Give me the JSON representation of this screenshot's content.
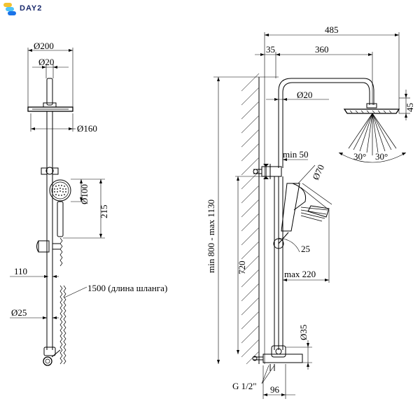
{
  "brand": {
    "name": "DAY2",
    "colors": {
      "mark_top": "#f2c230",
      "mark_mid": "#4fc3f7",
      "mark_low": "#1a73e8",
      "text": "#1a2a6c"
    }
  },
  "front_view": {
    "dims": {
      "head_dia": "Ø200",
      "arm_dia": "Ø20",
      "head_inner_dia": "Ø160",
      "hand_dia": "Ø100",
      "hand_height": "215",
      "offset": "110",
      "hose": "1500 (длина шланга)",
      "bar_dia": "Ø25"
    }
  },
  "side_view": {
    "dims": {
      "total_reach": "485",
      "wall_gap": "35",
      "arm_reach": "360",
      "pipe_dia": "Ø20",
      "head_height": "45",
      "angle_left": "30°",
      "angle_right": "30°",
      "min_dist": "min 50",
      "hand_dia": "Ø70",
      "tilt": "25",
      "height_range": "min 800 - max 1130",
      "bar_height": "720",
      "max_reach": "max 220",
      "mixer_dia": "Ø35",
      "thread": "G 1/2\"",
      "mixer_depth": "96"
    }
  }
}
